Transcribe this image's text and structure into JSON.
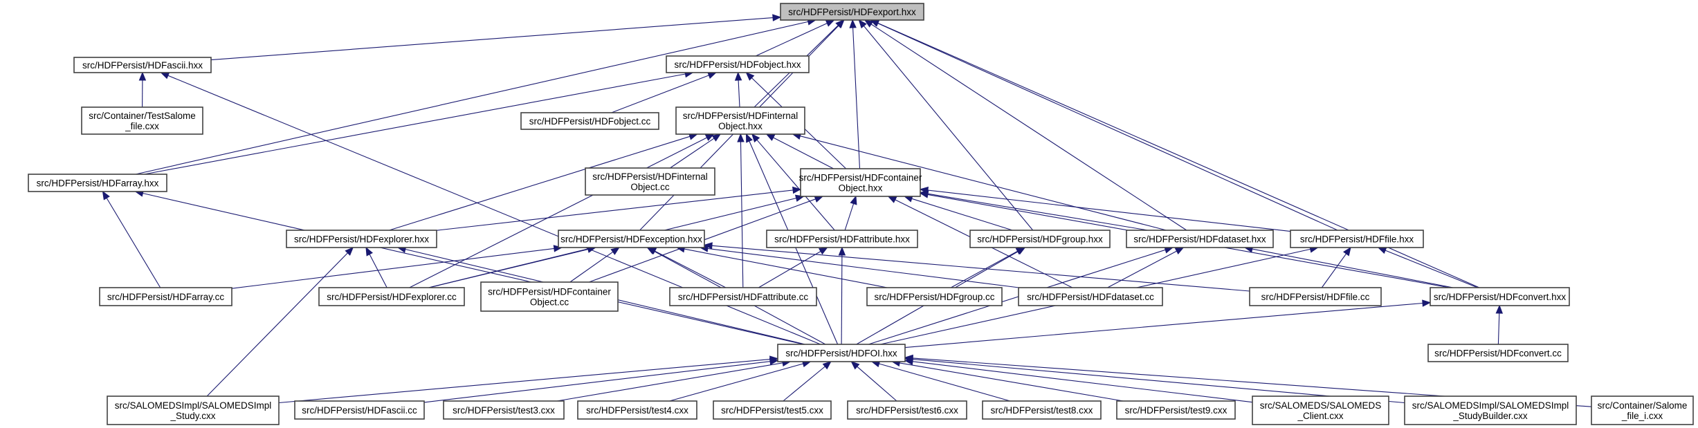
{
  "title": "Include dependency graph: src/HDFPersist/HDFexport.hxx",
  "colors": {
    "edge": "#191970",
    "root_fill": "#bfbfbf",
    "node_fill": "#ffffff",
    "node_border": "#404040"
  },
  "root": "export_hxx",
  "nodes": [
    {
      "id": "export_hxx",
      "lines": [
        "src/HDFPersist/HDFexport.hxx"
      ],
      "root": true
    },
    {
      "id": "ascii_hxx",
      "lines": [
        "src/HDFPersist/HDFascii.hxx"
      ]
    },
    {
      "id": "testsalome",
      "lines": [
        "src/Container/TestSalome",
        "_file.cxx"
      ]
    },
    {
      "id": "object_hxx",
      "lines": [
        "src/HDFPersist/HDFobject.hxx"
      ]
    },
    {
      "id": "object_cc",
      "lines": [
        "src/HDFPersist/HDFobject.cc"
      ]
    },
    {
      "id": "internal_hxx",
      "lines": [
        "src/HDFPersist/HDFinternal",
        "Object.hxx"
      ]
    },
    {
      "id": "internal_cc",
      "lines": [
        "src/HDFPersist/HDFinternal",
        "Object.cc"
      ]
    },
    {
      "id": "array_hxx",
      "lines": [
        "src/HDFPersist/HDFarray.hxx"
      ]
    },
    {
      "id": "container_hxx",
      "lines": [
        "src/HDFPersist/HDFcontainer",
        "Object.hxx"
      ]
    },
    {
      "id": "explorer_hxx",
      "lines": [
        "src/HDFPersist/HDFexplorer.hxx"
      ]
    },
    {
      "id": "exception_hxx",
      "lines": [
        "src/HDFPersist/HDFexception.hxx"
      ]
    },
    {
      "id": "attribute_hxx",
      "lines": [
        "src/HDFPersist/HDFattribute.hxx"
      ]
    },
    {
      "id": "group_hxx",
      "lines": [
        "src/HDFPersist/HDFgroup.hxx"
      ]
    },
    {
      "id": "dataset_hxx",
      "lines": [
        "src/HDFPersist/HDFdataset.hxx"
      ]
    },
    {
      "id": "file_hxx",
      "lines": [
        "src/HDFPersist/HDFfile.hxx"
      ]
    },
    {
      "id": "array_cc",
      "lines": [
        "src/HDFPersist/HDFarray.cc"
      ]
    },
    {
      "id": "explorer_cc",
      "lines": [
        "src/HDFPersist/HDFexplorer.cc"
      ]
    },
    {
      "id": "container_cc",
      "lines": [
        "src/HDFPersist/HDFcontainer",
        "Object.cc"
      ]
    },
    {
      "id": "attribute_cc",
      "lines": [
        "src/HDFPersist/HDFattribute.cc"
      ]
    },
    {
      "id": "group_cc",
      "lines": [
        "src/HDFPersist/HDFgroup.cc"
      ]
    },
    {
      "id": "dataset_cc",
      "lines": [
        "src/HDFPersist/HDFdataset.cc"
      ]
    },
    {
      "id": "file_cc",
      "lines": [
        "src/HDFPersist/HDFfile.cc"
      ]
    },
    {
      "id": "convert_hxx",
      "lines": [
        "src/HDFPersist/HDFconvert.hxx"
      ]
    },
    {
      "id": "oi_hxx",
      "lines": [
        "src/HDFPersist/HDFOI.hxx"
      ]
    },
    {
      "id": "convert_cc",
      "lines": [
        "src/HDFPersist/HDFconvert.cc"
      ]
    },
    {
      "id": "study_cxx",
      "lines": [
        "src/SALOMEDSImpl/SALOMEDSImpl",
        "_Study.cxx"
      ]
    },
    {
      "id": "ascii_cc",
      "lines": [
        "src/HDFPersist/HDFascii.cc"
      ]
    },
    {
      "id": "test3",
      "lines": [
        "src/HDFPersist/test3.cxx"
      ]
    },
    {
      "id": "test4",
      "lines": [
        "src/HDFPersist/test4.cxx"
      ]
    },
    {
      "id": "test5",
      "lines": [
        "src/HDFPersist/test5.cxx"
      ]
    },
    {
      "id": "test6",
      "lines": [
        "src/HDFPersist/test6.cxx"
      ]
    },
    {
      "id": "test8",
      "lines": [
        "src/HDFPersist/test8.cxx"
      ]
    },
    {
      "id": "test9",
      "lines": [
        "src/HDFPersist/test9.cxx"
      ]
    },
    {
      "id": "client_cxx",
      "lines": [
        "src/SALOMEDS/SALOMEDS",
        "_Client.cxx"
      ]
    },
    {
      "id": "studybuilder_cxx",
      "lines": [
        "src/SALOMEDSImpl/SALOMEDSImpl",
        "_StudyBuilder.cxx"
      ]
    },
    {
      "id": "salomefile_cxx",
      "lines": [
        "src/Container/Salome",
        "_file_i.cxx"
      ]
    }
  ],
  "edges": [
    [
      "ascii_hxx",
      "export_hxx"
    ],
    [
      "object_hxx",
      "export_hxx"
    ],
    [
      "internal_hxx",
      "export_hxx"
    ],
    [
      "array_hxx",
      "export_hxx"
    ],
    [
      "container_hxx",
      "export_hxx"
    ],
    [
      "exception_hxx",
      "export_hxx"
    ],
    [
      "group_hxx",
      "export_hxx"
    ],
    [
      "dataset_hxx",
      "export_hxx"
    ],
    [
      "file_hxx",
      "export_hxx"
    ],
    [
      "convert_hxx",
      "export_hxx"
    ],
    [
      "testsalome",
      "ascii_hxx"
    ],
    [
      "oi_hxx",
      "ascii_hxx"
    ],
    [
      "object_cc",
      "object_hxx"
    ],
    [
      "internal_hxx",
      "object_hxx"
    ],
    [
      "array_hxx",
      "object_hxx"
    ],
    [
      "container_hxx",
      "object_hxx"
    ],
    [
      "internal_cc",
      "internal_hxx"
    ],
    [
      "container_hxx",
      "internal_hxx"
    ],
    [
      "explorer_hxx",
      "internal_hxx"
    ],
    [
      "explorer_cc",
      "internal_hxx"
    ],
    [
      "attribute_hxx",
      "internal_hxx"
    ],
    [
      "attribute_cc",
      "internal_hxx"
    ],
    [
      "dataset_hxx",
      "internal_hxx"
    ],
    [
      "oi_hxx",
      "internal_hxx"
    ],
    [
      "array_cc",
      "array_hxx"
    ],
    [
      "oi_hxx",
      "array_hxx"
    ],
    [
      "attribute_hxx",
      "container_hxx"
    ],
    [
      "group_hxx",
      "container_hxx"
    ],
    [
      "dataset_hxx",
      "container_hxx"
    ],
    [
      "file_hxx",
      "container_hxx"
    ],
    [
      "convert_hxx",
      "container_hxx"
    ],
    [
      "explorer_hxx",
      "container_hxx"
    ],
    [
      "explorer_cc",
      "container_hxx"
    ],
    [
      "container_cc",
      "container_hxx"
    ],
    [
      "dataset_cc",
      "container_hxx"
    ],
    [
      "explorer_cc",
      "explorer_hxx"
    ],
    [
      "oi_hxx",
      "explorer_hxx"
    ],
    [
      "study_cxx",
      "explorer_hxx"
    ],
    [
      "array_cc",
      "exception_hxx"
    ],
    [
      "explorer_cc",
      "exception_hxx"
    ],
    [
      "container_cc",
      "exception_hxx"
    ],
    [
      "attribute_cc",
      "exception_hxx"
    ],
    [
      "group_cc",
      "exception_hxx"
    ],
    [
      "dataset_cc",
      "exception_hxx"
    ],
    [
      "file_cc",
      "exception_hxx"
    ],
    [
      "oi_hxx",
      "exception_hxx"
    ],
    [
      "attribute_cc",
      "attribute_hxx"
    ],
    [
      "oi_hxx",
      "attribute_hxx"
    ],
    [
      "group_cc",
      "group_hxx"
    ],
    [
      "oi_hxx",
      "group_hxx"
    ],
    [
      "dataset_cc",
      "dataset_hxx"
    ],
    [
      "oi_hxx",
      "dataset_hxx"
    ],
    [
      "convert_hxx",
      "dataset_hxx"
    ],
    [
      "file_cc",
      "file_hxx"
    ],
    [
      "oi_hxx",
      "file_hxx"
    ],
    [
      "convert_hxx",
      "file_hxx"
    ],
    [
      "convert_cc",
      "convert_hxx"
    ],
    [
      "oi_hxx",
      "convert_hxx"
    ],
    [
      "study_cxx",
      "oi_hxx"
    ],
    [
      "ascii_cc",
      "oi_hxx"
    ],
    [
      "test3",
      "oi_hxx"
    ],
    [
      "test4",
      "oi_hxx"
    ],
    [
      "test5",
      "oi_hxx"
    ],
    [
      "test6",
      "oi_hxx"
    ],
    [
      "test8",
      "oi_hxx"
    ],
    [
      "test9",
      "oi_hxx"
    ],
    [
      "client_cxx",
      "oi_hxx"
    ],
    [
      "studybuilder_cxx",
      "oi_hxx"
    ],
    [
      "salomefile_cxx",
      "oi_hxx"
    ]
  ]
}
